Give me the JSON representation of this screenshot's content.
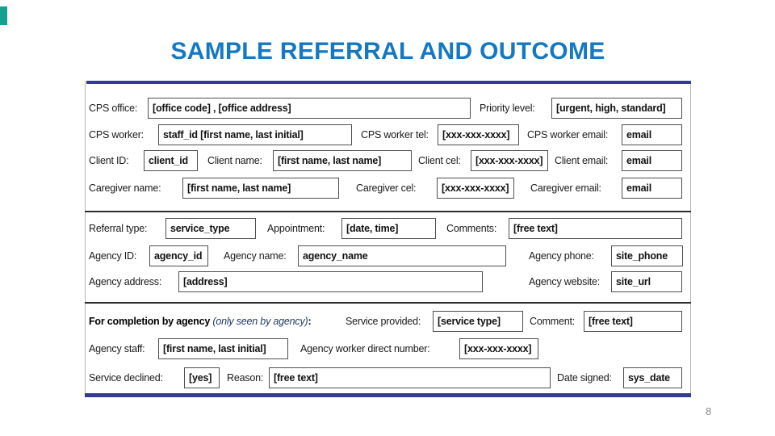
{
  "slide": {
    "title": "SAMPLE REFERRAL AND OUTCOME",
    "page_number": "8"
  },
  "colors": {
    "title_blue": "#1478C2",
    "rule_navy": "#333B96",
    "teal_accent": "#16A08F"
  },
  "form": {
    "cps_office": {
      "label": "CPS office:",
      "value": "[office code] , [office address]"
    },
    "priority": {
      "label": "Priority level:",
      "value": "[urgent, high, standard]"
    },
    "cps_worker": {
      "label": "CPS worker:",
      "value": "staff_id [first name, last initial]"
    },
    "cps_worker_tel": {
      "label": "CPS worker tel:",
      "value": "[xxx-xxx-xxxx]"
    },
    "cps_worker_email": {
      "label": "CPS worker email:",
      "value": "email"
    },
    "client_id": {
      "label": "Client ID:",
      "value": "client_id"
    },
    "client_name": {
      "label": "Client name:",
      "value": "[first name, last name]"
    },
    "client_cel": {
      "label": "Client cel:",
      "value": "[xxx-xxx-xxxx]"
    },
    "client_email": {
      "label": "Client email:",
      "value": "email"
    },
    "caregiver_name": {
      "label": "Caregiver name:",
      "value": "[first name, last name]"
    },
    "caregiver_cel": {
      "label": "Caregiver cel:",
      "value": "[xxx-xxx-xxxx]"
    },
    "caregiver_email": {
      "label": "Caregiver email:",
      "value": "email"
    },
    "referral_type": {
      "label": "Referral type:",
      "value": "service_type"
    },
    "appointment": {
      "label": "Appointment:",
      "value": "[date, time]"
    },
    "comments": {
      "label": "Comments:",
      "value": "[free text]"
    },
    "agency_id": {
      "label": "Agency ID:",
      "value": "agency_id"
    },
    "agency_name": {
      "label": "Agency name:",
      "value": "agency_name"
    },
    "agency_phone": {
      "label": "Agency phone:",
      "value": "site_phone"
    },
    "agency_address": {
      "label": "Agency address:",
      "value": "[address]"
    },
    "agency_website": {
      "label": "Agency website:",
      "value": "site_url"
    },
    "completion_header": {
      "bold": "For completion by agency",
      "italic": " (only seen by agency)",
      "suffix": ":"
    },
    "service_provided": {
      "label": "Service provided:",
      "value": "[service type]"
    },
    "comment": {
      "label": "Comment:",
      "value": "[free text]"
    },
    "agency_staff": {
      "label": "Agency staff:",
      "value": "[first name, last initial]"
    },
    "agency_worker_number": {
      "label": "Agency worker direct number:",
      "value": "[xxx-xxx-xxxx]"
    },
    "service_declined": {
      "label": "Service declined:",
      "value": "[yes]"
    },
    "reason": {
      "label": "Reason:",
      "value": "[free text]"
    },
    "date_signed": {
      "label": "Date signed:",
      "value": "sys_date"
    }
  }
}
